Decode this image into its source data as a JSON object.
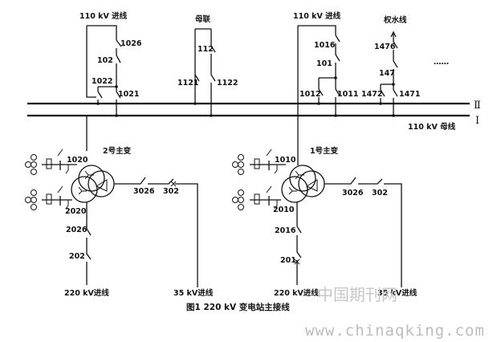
{
  "bus": {
    "bus_II": "Ⅱ",
    "bus_I": "Ⅰ",
    "bus_label": "110 kV 母线"
  },
  "feeders": {
    "incoming_a": "110 kV 进线",
    "incoming_b": "110 kV 进线",
    "bus_tie": "母联",
    "spare": "权水线",
    "more": "……"
  },
  "switches": {
    "s1026": "1026",
    "s102": "102",
    "s1022": "1022",
    "s1021": "1021",
    "s112": "112",
    "s1121": "1121",
    "s1122": "1122",
    "s1016": "1016",
    "s101": "101",
    "s1012": "1012",
    "s1011": "1011",
    "s1476": "1476",
    "s147": "147",
    "s1472": "1472",
    "s1471": "1471",
    "s1020": "1020",
    "s2020": "2020",
    "s2026": "2026",
    "s202": "202",
    "s3026_left": "3026",
    "s302_left": "302",
    "s1010": "1010",
    "s2010": "2010",
    "s2016": "2016",
    "s201": "201",
    "s3026_right": "3026",
    "s302_right": "302"
  },
  "transformers": {
    "t2": "2号主变",
    "t1": "1号主变"
  },
  "bottom_labels": {
    "kv220_left": "220 kV进线",
    "kv35_left": "35 kV进线",
    "kv220_right": "220 kV进线",
    "kv35_right": "35 kV进线"
  },
  "caption": "图1   220 kV 变电站主接线",
  "watermark": {
    "cn": "中国期刊网",
    "url": "www.chinaqking.com"
  }
}
